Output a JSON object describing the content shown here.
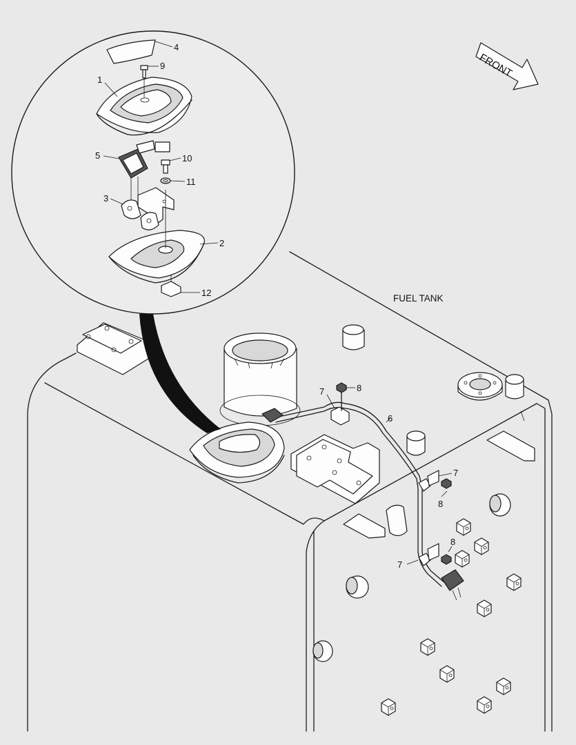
{
  "labels": {
    "tank": "FUEL TANK",
    "front": "FRONT",
    "c1": "1",
    "c2": "2",
    "c3": "3",
    "c4": "4",
    "c5": "5",
    "c6": "6",
    "c7": "7",
    "c8": "8",
    "c9": "9",
    "c10": "10",
    "c11": "11",
    "c12": "12"
  }
}
